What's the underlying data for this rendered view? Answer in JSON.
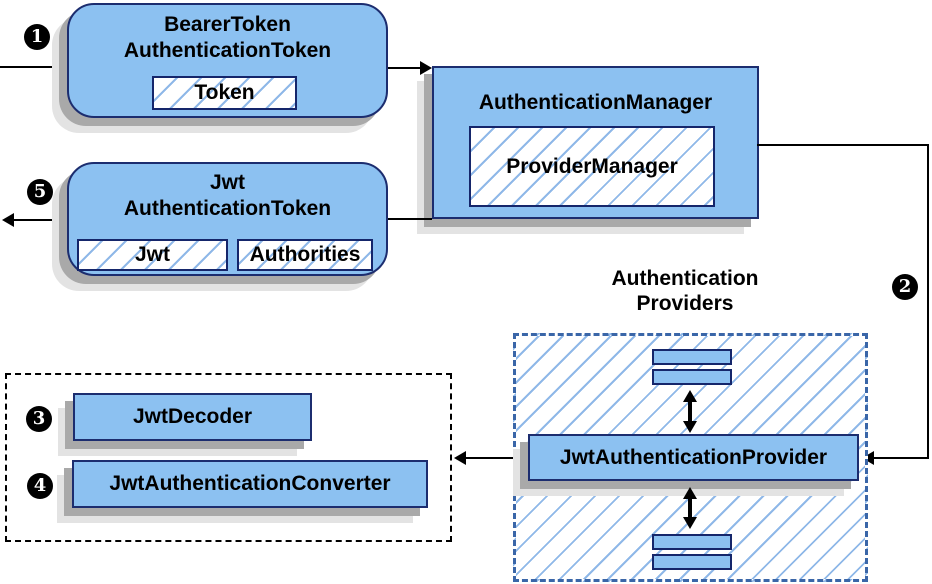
{
  "diagram": {
    "steps": [
      "1",
      "2",
      "3",
      "4",
      "5"
    ],
    "nodes": {
      "bearer": {
        "line1": "BearerToken",
        "line2": "AuthenticationToken",
        "chip": "Token"
      },
      "manager": {
        "title": "AuthenticationManager",
        "chip": "ProviderManager"
      },
      "jwt": {
        "line1": "Jwt",
        "line2": "AuthenticationToken",
        "chip1": "Jwt",
        "chip2": "Authorities"
      },
      "provider": {
        "title": "JwtAuthenticationProvider"
      },
      "decoder": {
        "title": "JwtDecoder"
      },
      "converter": {
        "title": "JwtAuthenticationConverter"
      }
    },
    "labels": {
      "providers_line1": "Authentication",
      "providers_line2": "Providers"
    },
    "colors": {
      "node_fill": "#8cc1f1",
      "node_border": "#1c2d6f",
      "hatch_line": "#8fb8e8",
      "providers_group_border": "#3a66a8",
      "decoder_group_border": "#000000",
      "shadow_dark": "#a9a9a9",
      "shadow_light": "#e3e3e3",
      "arrow": "#000000",
      "badge_bg": "#000000",
      "badge_text": "#ffffff"
    }
  }
}
